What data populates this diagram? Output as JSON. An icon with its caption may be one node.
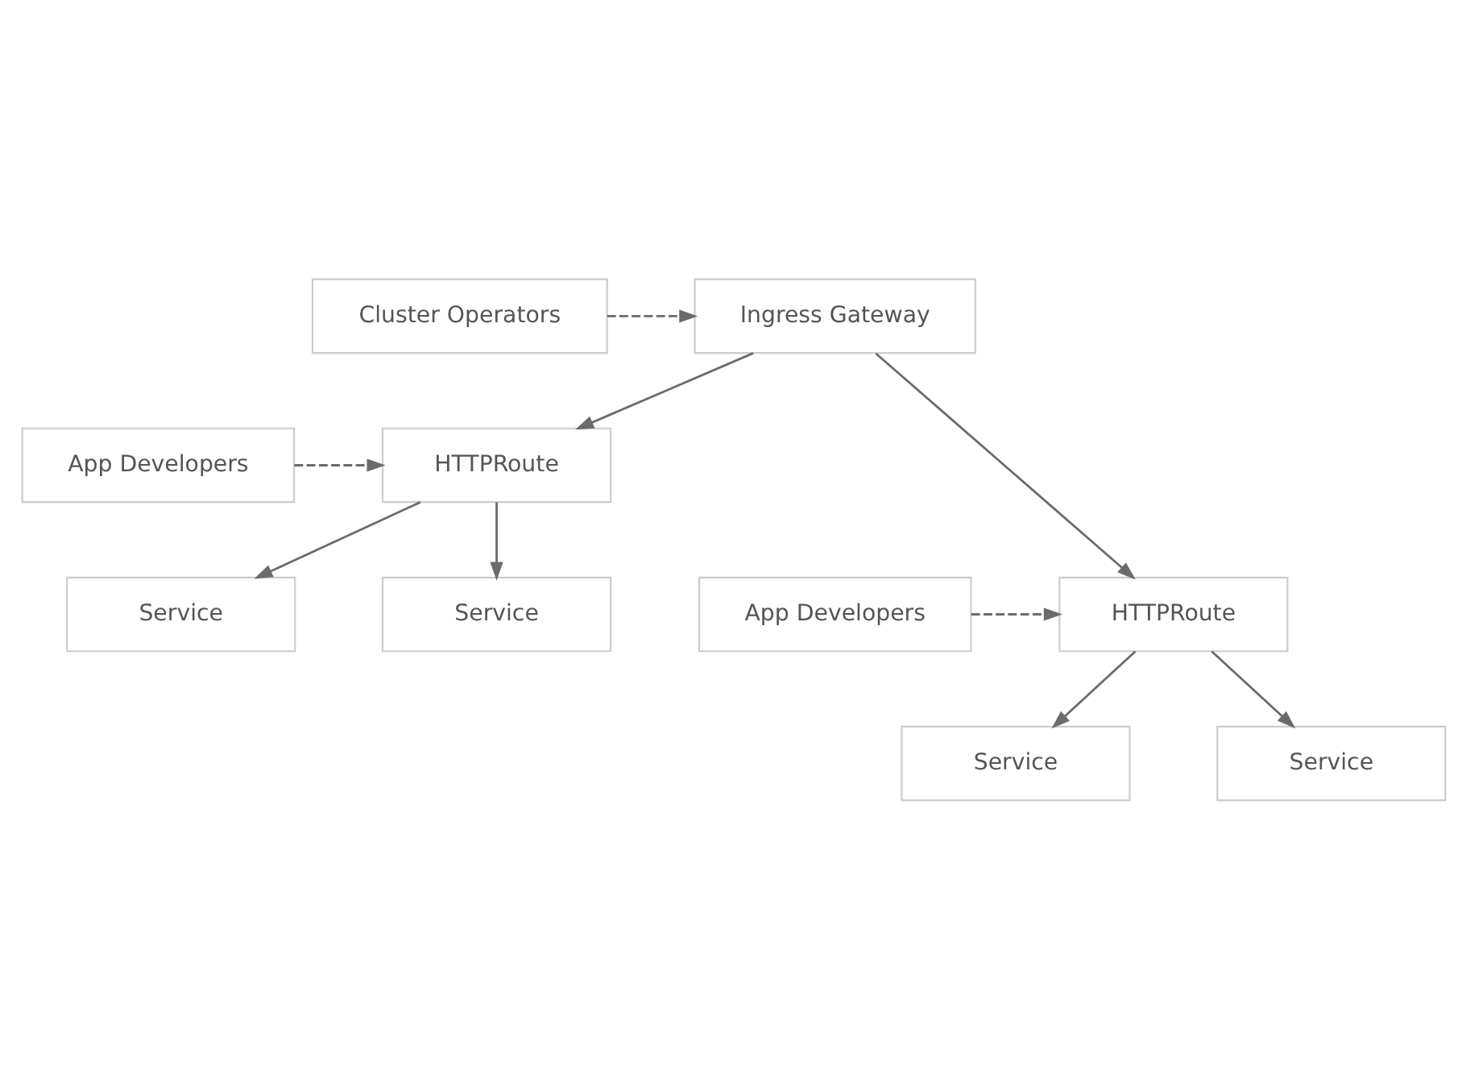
{
  "diagram": {
    "nodes": [
      {
        "text": [
          "Cluster Operators"
        ]
      },
      {
        "text": [
          "Ingress Gateway"
        ]
      },
      {
        "text": [
          "App Developers"
        ]
      },
      {
        "text": [
          "HTTPRoute"
        ]
      },
      {
        "text": [
          "App Developers"
        ]
      },
      {
        "text": [
          "HTTPRoute"
        ]
      },
      {
        "text": [
          "Service"
        ]
      },
      {
        "text": [
          "Service"
        ]
      },
      {
        "text": [
          "Service"
        ]
      },
      {
        "text": [
          "Service"
        ]
      }
    ],
    "edges": [
      {
        "from": 0,
        "to": 1,
        "arrow": "to",
        "style": "dashed"
      },
      {
        "from": 1,
        "to": 3,
        "arrow": "to"
      },
      {
        "from": 1,
        "to": 5,
        "arrow": "to"
      },
      {
        "from": 2,
        "to": 3,
        "arrow": "to",
        "style": "dashed"
      },
      {
        "from": 3,
        "to": 6,
        "arrow": "to"
      },
      {
        "from": 3,
        "to": 7,
        "arrow": "to"
      },
      {
        "from": 4,
        "to": 5,
        "arrow": "to",
        "style": "dashed"
      },
      {
        "from": 5,
        "to": 8,
        "arrow": "to"
      },
      {
        "from": 5,
        "to": 9,
        "arrow": "to"
      }
    ]
  }
}
